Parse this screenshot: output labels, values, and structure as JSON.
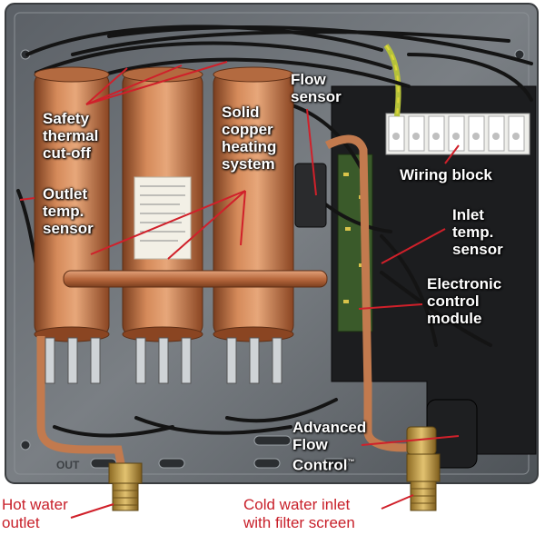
{
  "diagram": {
    "labels": {
      "safety_thermal_cutoff": "Safety\nthermal\ncut-off",
      "outlet_temp_sensor": "Outlet\ntemp.\nsensor",
      "solid_copper_heating_system": "Solid\ncopper\nheating\nsystem",
      "flow_sensor": "Flow\nsensor",
      "wiring_block": "Wiring block",
      "inlet_temp_sensor": "Inlet\ntemp.\nsensor",
      "electronic_control_module": "Electronic\ncontrol\nmodule",
      "advanced_flow_control": "Advanced\nFlow\nControl",
      "trademark": "™",
      "hot_water_outlet": "Hot water\noutlet",
      "cold_water_inlet": "Cold water inlet\nwith filter screen"
    },
    "panel_stamp": "OUT",
    "colors": {
      "leader_line": "#d0202a",
      "panel": "#6e7378",
      "copper": "#c8784a",
      "brass": "#c9a24a",
      "wire": "#151515",
      "terminal_block": "#f2f2ee",
      "ground_wire": "#b5c23a",
      "outside_text": "#c8202a"
    }
  }
}
